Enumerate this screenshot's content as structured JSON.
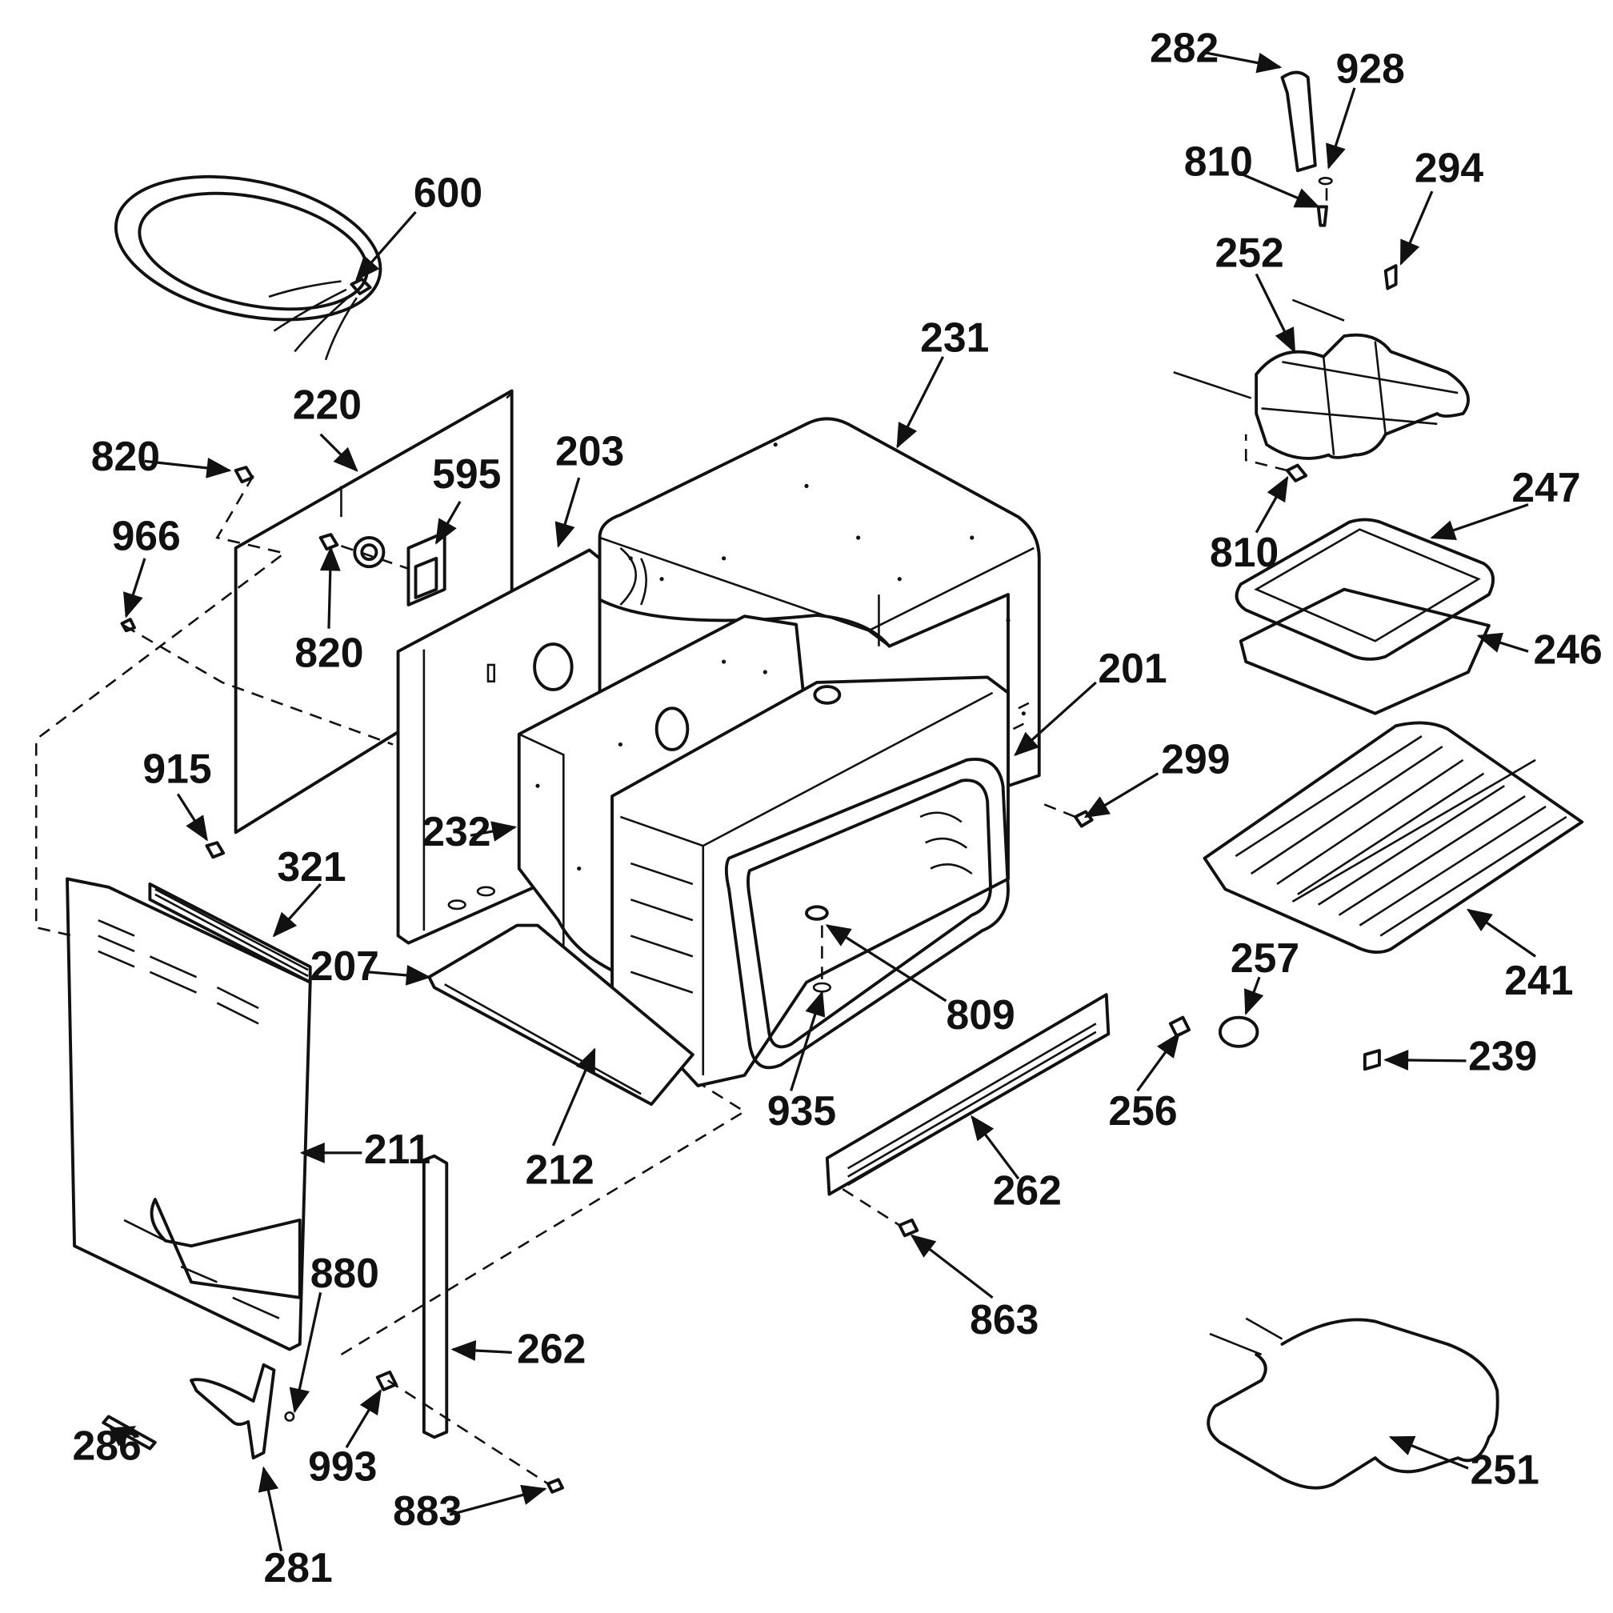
{
  "callouts": {
    "c600": "600",
    "c282": "282",
    "c928": "928",
    "c810a": "810",
    "c294": "294",
    "c252": "252",
    "c810b": "810",
    "c247": "247",
    "c246": "246",
    "c220": "220",
    "c820a": "820",
    "c595": "595",
    "c203": "203",
    "c231": "231",
    "c966": "966",
    "c820b": "820",
    "c201": "201",
    "c299": "299",
    "c915": "915",
    "c232": "232",
    "c321": "321",
    "c207": "207",
    "c241": "241",
    "c257": "257",
    "c809": "809",
    "c239": "239",
    "c935": "935",
    "c256": "256",
    "c212": "212",
    "c211": "211",
    "c262a": "262",
    "c880": "880",
    "c863": "863",
    "c262b": "262",
    "c286": "286",
    "c993": "993",
    "c883": "883",
    "c251": "251",
    "c281": "281"
  }
}
